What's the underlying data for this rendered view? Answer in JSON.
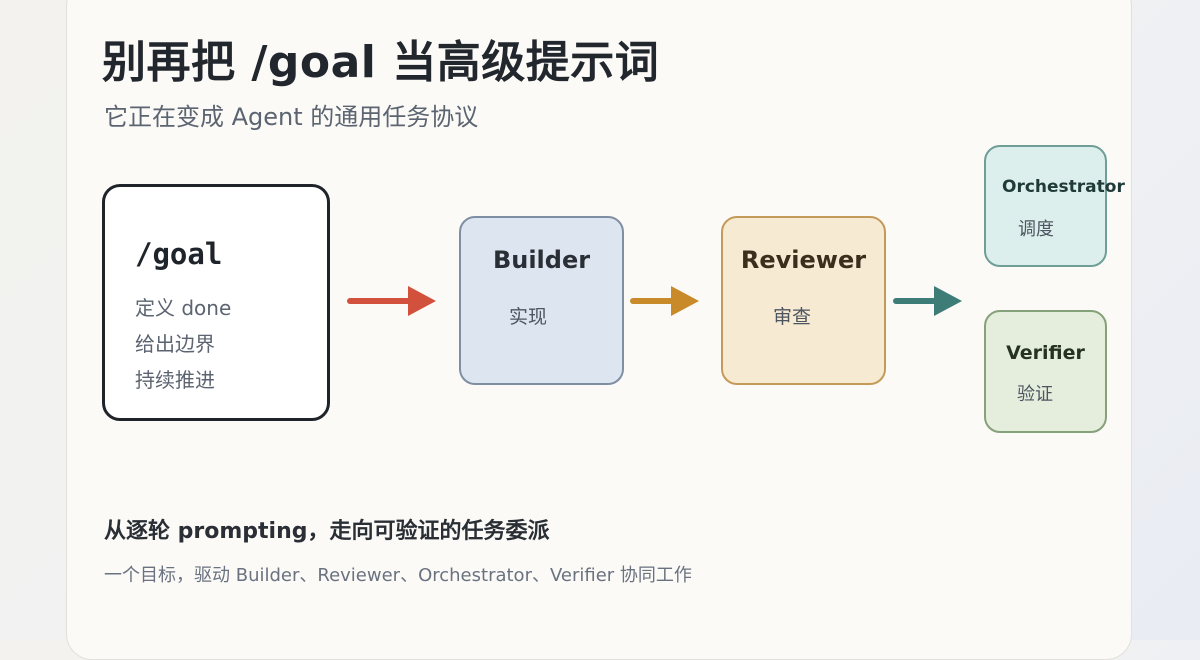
{
  "header": {
    "title": "别再把 /goal 当高级提示词",
    "subtitle": "它正在变成 Agent 的通用任务协议"
  },
  "goal_card": {
    "title": "/goal",
    "lines": [
      "定义 done",
      "给出边界",
      "持续推进"
    ]
  },
  "nodes": {
    "builder": {
      "title": "Builder",
      "subtitle": "实现"
    },
    "reviewer": {
      "title": "Reviewer",
      "subtitle": "审查"
    },
    "orchestrator": {
      "title": "Orchestrator",
      "subtitle": "调度"
    },
    "verifier": {
      "title": "Verifier",
      "subtitle": "验证"
    }
  },
  "arrows": {
    "goal_to_builder": "#d2513d",
    "builder_to_reviewer": "#c98a2a",
    "reviewer_to_agents": "#3e7c78"
  },
  "footer": {
    "headline": "从逐轮 prompting，走向可验证的任务委派",
    "caption": "一个目标，驱动 Builder、Reviewer、Orchestrator、Verifier 协同工作"
  }
}
